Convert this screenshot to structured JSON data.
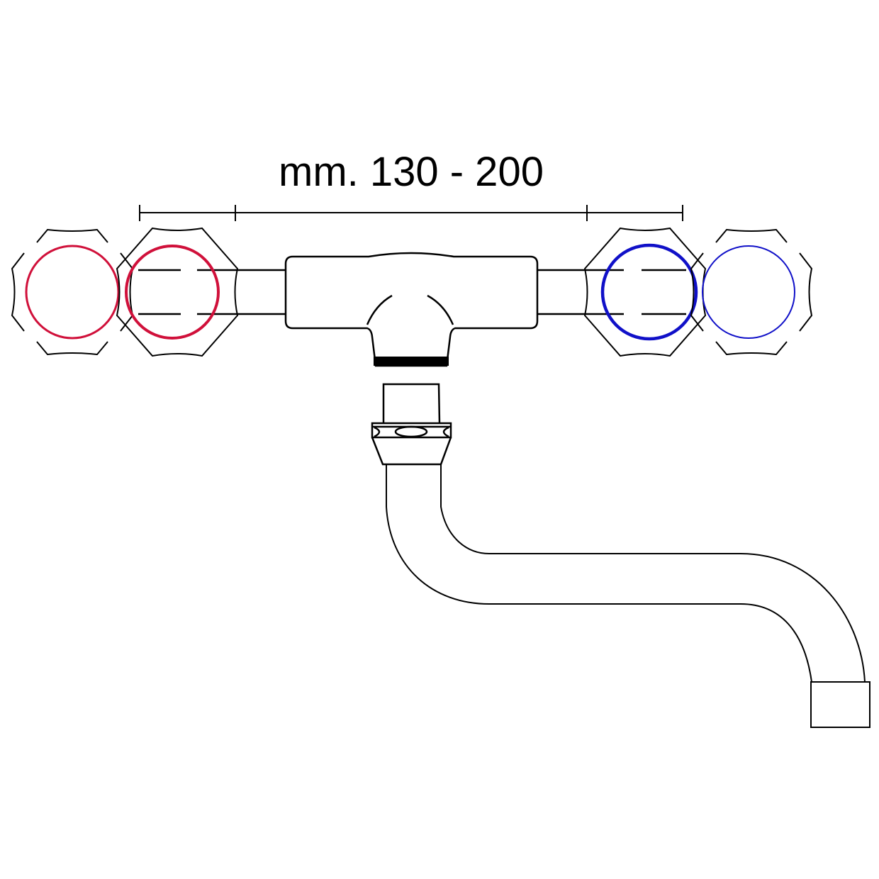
{
  "dimension": {
    "label": "mm. 130 - 200"
  },
  "colors": {
    "hot": "#d0103a",
    "cold": "#1010c8",
    "line": "#000000"
  },
  "handles": [
    {
      "name": "hot-handle-ghost",
      "color": "hot"
    },
    {
      "name": "hot-handle",
      "color": "hot"
    },
    {
      "name": "cold-handle",
      "color": "cold"
    },
    {
      "name": "cold-handle-ghost",
      "color": "cold"
    }
  ]
}
